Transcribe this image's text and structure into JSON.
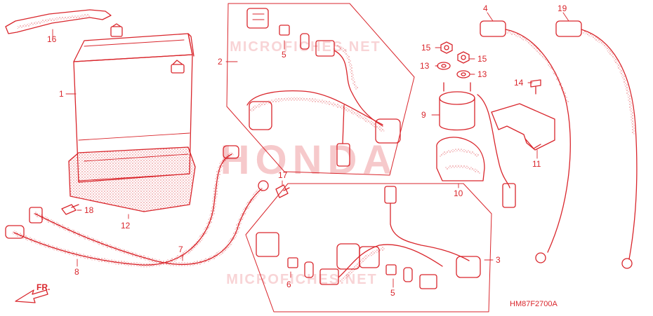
{
  "diagram": {
    "stroke_color": "#d9262c",
    "watermark_primary": "HONDA",
    "watermark_secondary": "MICROFICHES.NET",
    "diagram_code": "HM87F2700A",
    "front_indicator": "FR.",
    "callouts": {
      "c1": "1",
      "c2": "2",
      "c3": "3",
      "c4": "4",
      "c5a": "5",
      "c5b": "5",
      "c6": "6",
      "c7": "7",
      "c8": "8",
      "c9": "9",
      "c10": "10",
      "c11": "11",
      "c12": "12",
      "c13a": "13",
      "c13b": "13",
      "c14": "14",
      "c15a": "15",
      "c15b": "15",
      "c16": "16",
      "c17": "17",
      "c18": "18",
      "c19": "19"
    }
  }
}
